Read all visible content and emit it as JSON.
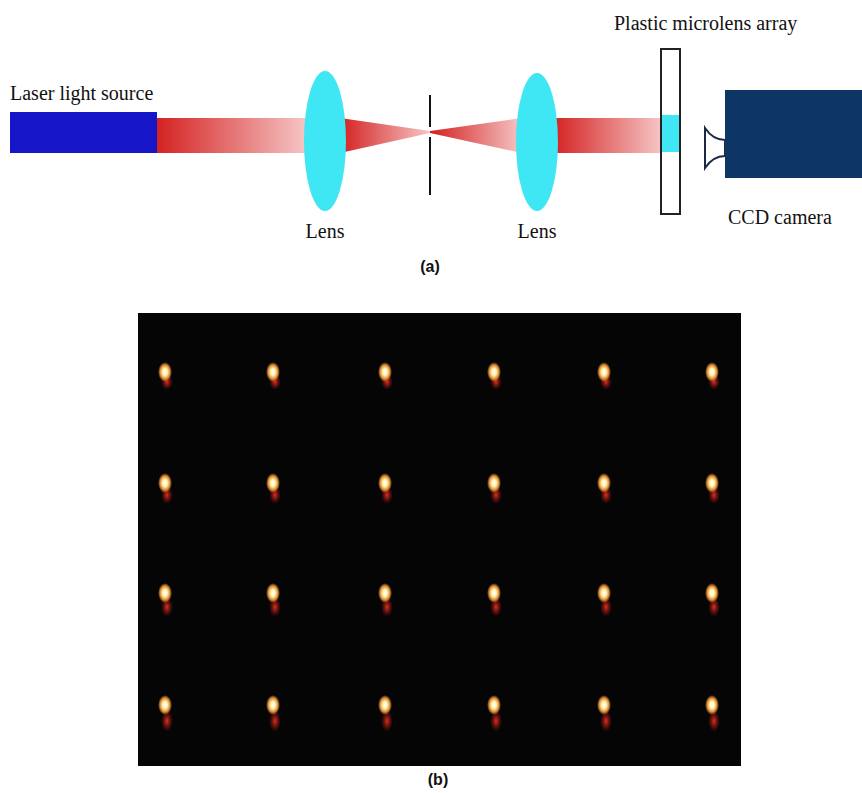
{
  "diagram": {
    "nodes": [
      {
        "text": [
          "Laser light source"
        ]
      },
      {
        "text": [
          "Lens"
        ]
      },
      {
        "text": [
          "Lens"
        ]
      },
      {
        "text": [
          "Plastic microlens array"
        ]
      },
      {
        "text": [
          "CCD camera"
        ]
      }
    ],
    "labels": [
      "(a)",
      "(b)"
    ]
  }
}
